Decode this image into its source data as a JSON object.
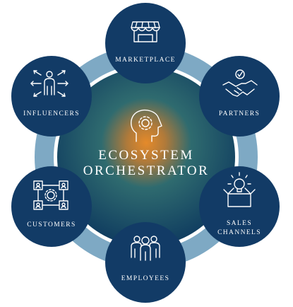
{
  "colors": {
    "ring": "#7ea9c4",
    "ring_inner_border": "#ffffff",
    "node_fill": "#123b66",
    "center_glow": "#e58a2a",
    "center_mid": "#2f6b6f",
    "center_edge": "#0e3a5f",
    "text": "#ffffff"
  },
  "center": {
    "icon": "head-gear-icon",
    "line1": "ECOSYSTEM",
    "line2": "ORCHESTRATOR"
  },
  "nodes": [
    {
      "id": "marketplace",
      "icon": "storefront-icon",
      "label_lines": [
        "MARKETPLACE"
      ]
    },
    {
      "id": "partners",
      "icon": "handshake-icon",
      "label_lines": [
        "PARTNERS"
      ]
    },
    {
      "id": "sales-channels",
      "icon": "lightbulb-box-icon",
      "label_lines": [
        "SALES",
        "CHANNELS"
      ]
    },
    {
      "id": "employees",
      "icon": "people-group-icon",
      "label_lines": [
        "EMPLOYEES"
      ]
    },
    {
      "id": "customers",
      "icon": "customers-network-icon",
      "label_lines": [
        "CUSTOMERS"
      ]
    },
    {
      "id": "influencers",
      "icon": "person-broadcast-icon",
      "label_lines": [
        "INFLUENCERS"
      ]
    }
  ]
}
